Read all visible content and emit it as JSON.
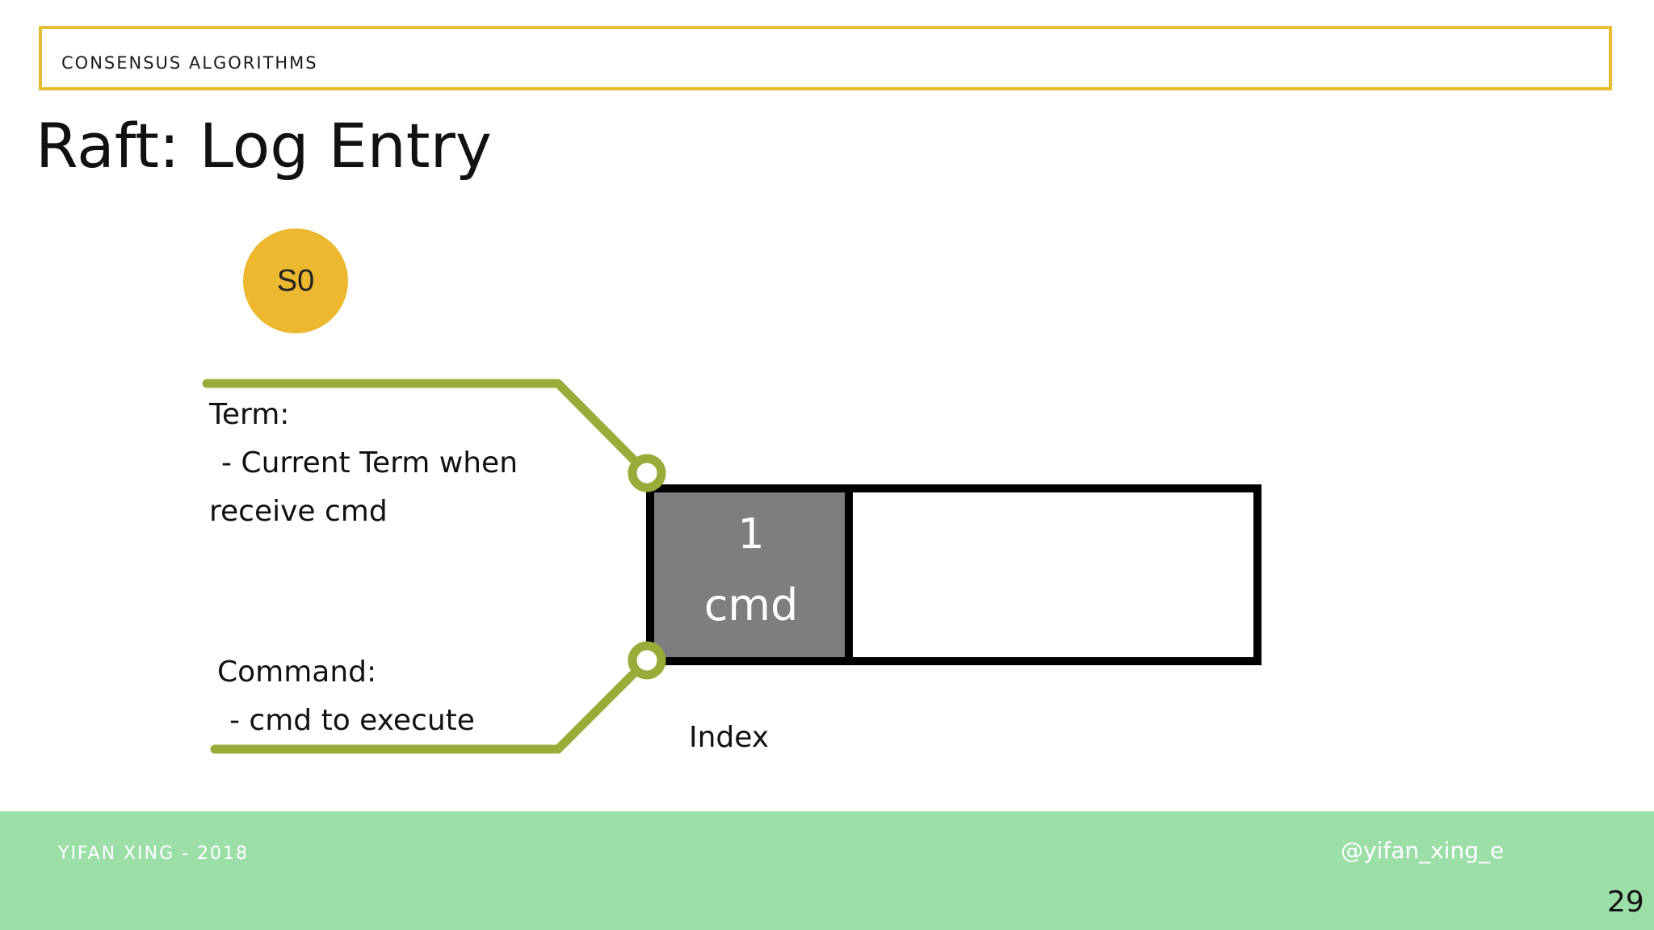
{
  "header": {
    "section_title": "CONSENSUS ALGORITHMS",
    "page_title": "Raft: Log Entry"
  },
  "server": {
    "label": "S0"
  },
  "annotations": {
    "term_title": "Term:",
    "term_line1": "- Current Term when",
    "term_line2": "receive cmd",
    "command_title": "Command:",
    "command_line1": "- cmd to execute",
    "index_label": "Index"
  },
  "log_entry": {
    "term_value": "1",
    "command_value": "cmd"
  },
  "footer": {
    "author": "YIFAN XING - 2018",
    "handle": "@yifan_xing_e",
    "page_number": "29"
  },
  "colors": {
    "header_border": "#e7bc35",
    "server_fill": "#ebb82f",
    "connector": "#9aab3a",
    "entry_fill": "#7e7d7f",
    "footer_bg": "#9cdea8"
  }
}
